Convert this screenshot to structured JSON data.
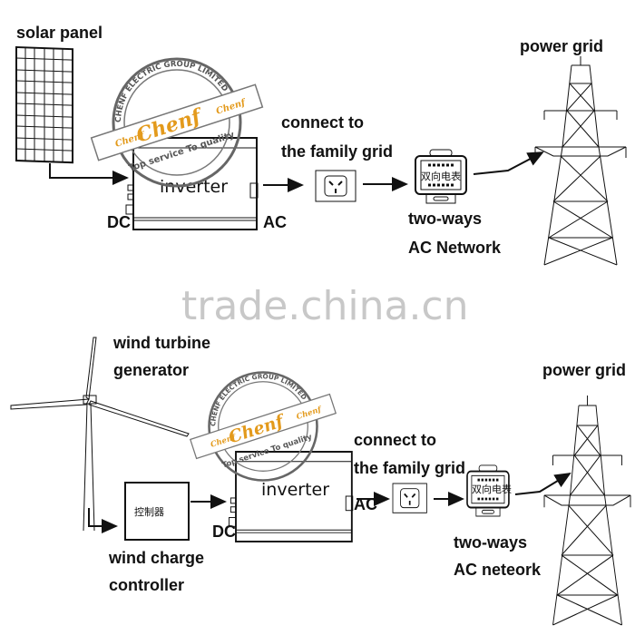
{
  "top_system": {
    "solar_panel_label": "solar panel",
    "inverter_label": "inverter",
    "dc_label": "DC",
    "ac_label": "AC",
    "connect_line1": "connect to",
    "connect_line2": "the family grid",
    "meter_text": "双向电表",
    "network_line1": "two-ways",
    "network_line2": "AC Network",
    "power_grid_label": "power grid"
  },
  "bottom_system": {
    "turbine_line1": "wind turbine",
    "turbine_line2": "generator",
    "controller_box_text": "控制器",
    "controller_line1": "wind charge",
    "controller_line2": "controller",
    "inverter_label": "inverter",
    "dc_label": "DC",
    "ac_label": "AC",
    "connect_line1": "connect to",
    "connect_line2": "the family grid",
    "meter_text": "双向电表",
    "network_line1": "two-ways",
    "network_line2": "AC neteork",
    "power_grid_label": "power grid"
  },
  "stamp": {
    "ring_text": "CHENF ELECTRIC GROUP LIMITED",
    "brand": "Chenf",
    "brand_small": "Chenf",
    "slogan": "Top service To quality"
  },
  "watermark": "trade.china.cn",
  "colors": {
    "stamp_orange": "#e39a1c",
    "stamp_gray": "#555555",
    "watermark": "#c8c8c8"
  }
}
